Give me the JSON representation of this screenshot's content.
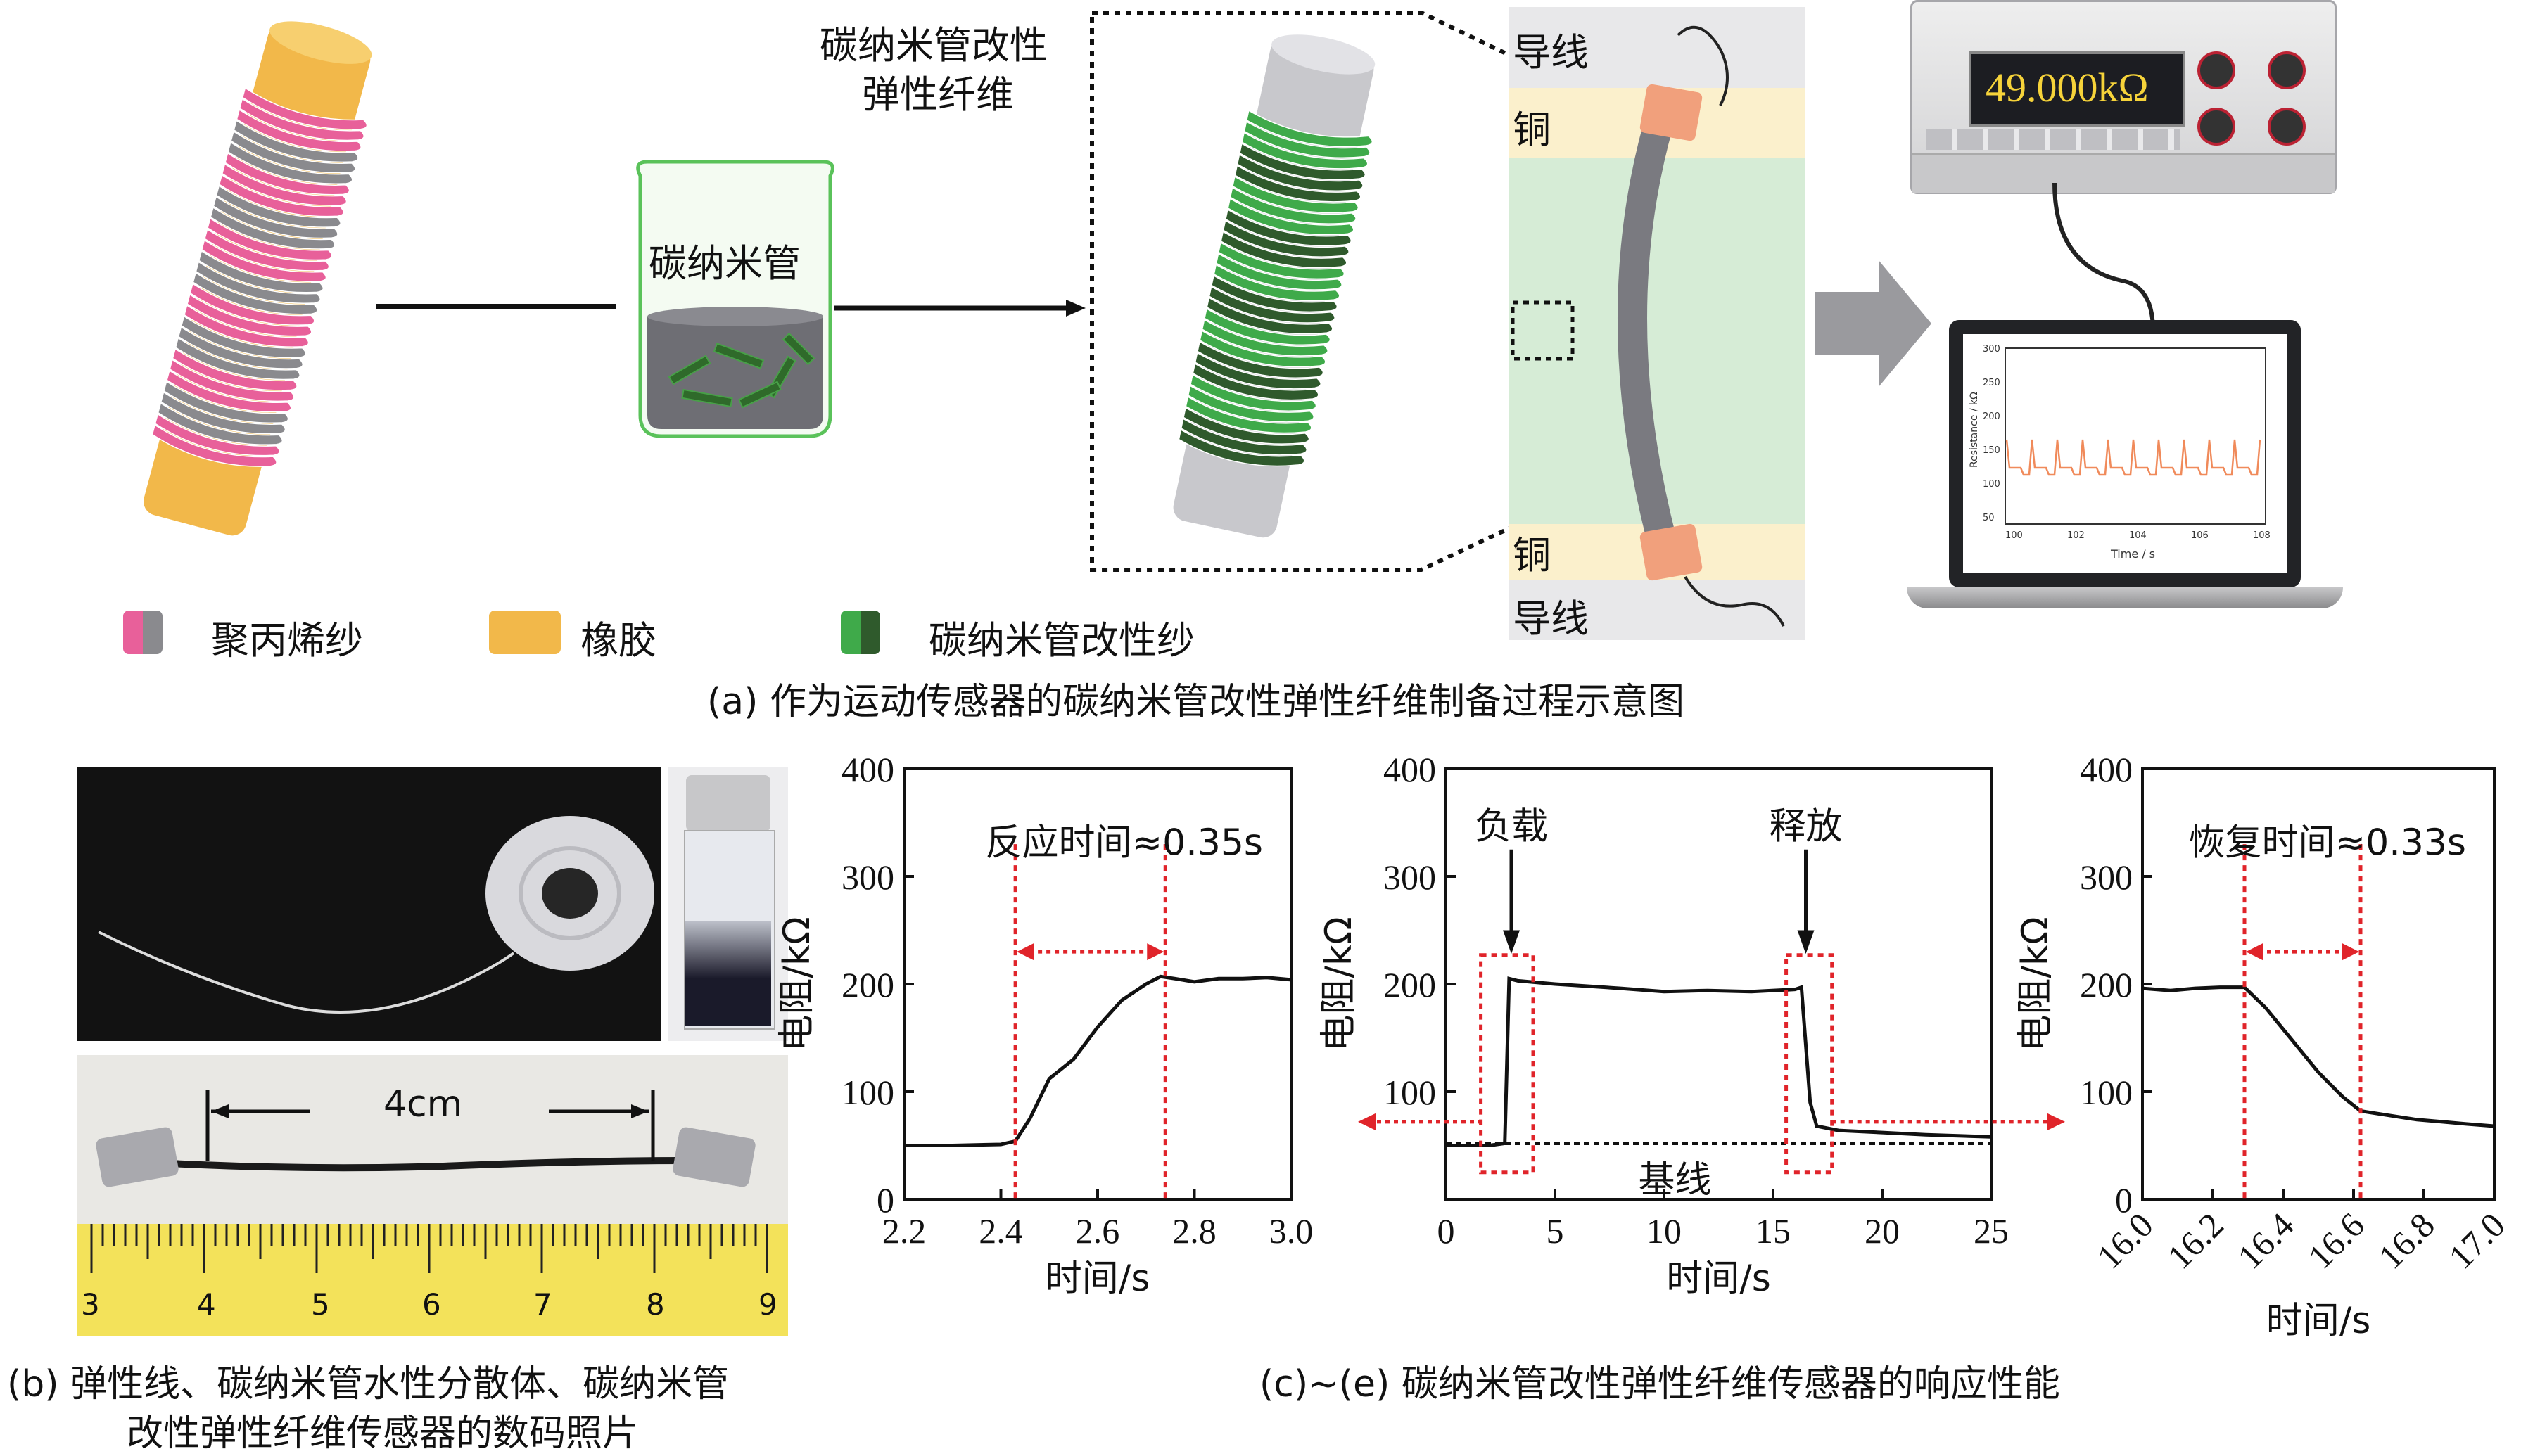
{
  "panel_a": {
    "beaker_label": "碳纳米管",
    "fiber_label_line1": "碳纳米管改性",
    "fiber_label_line2": "弹性纤维",
    "wire_top": "导线",
    "copper_top": "铜",
    "copper_bottom": "铜",
    "wire_bottom": "导线",
    "meter_reading": "49.000kΩ",
    "legend": [
      {
        "label": "聚丙烯纱",
        "colors": [
          "#e8609a",
          "#8a8a8e"
        ]
      },
      {
        "label": "橡胶",
        "colors": [
          "#f2b84a"
        ]
      },
      {
        "label": "碳纳米管改性纱",
        "colors": [
          "#3faa4a",
          "#2f5a2c"
        ]
      }
    ],
    "caption": "(a) 作为运动传感器的碳纳米管改性弹性纤维制备过程示意图",
    "laptop_chart": {
      "ylabel": "Resistance / kΩ",
      "xlabel": "Time / s",
      "yticks": [
        "300",
        "250",
        "200",
        "150",
        "100",
        "50"
      ],
      "xticks": [
        "100",
        "102",
        "104",
        "106",
        "108"
      ]
    }
  },
  "panel_b": {
    "length_label": "4cm",
    "ruler_numbers": [
      "3",
      "4",
      "5",
      "6",
      "7",
      "8",
      "9"
    ],
    "caption_line1": "(b) 弹性线、碳纳米管水性分散体、碳纳米管",
    "caption_line2": "改性弹性纤维传感器的数码照片"
  },
  "panel_ce_caption": "(c)~(e) 碳纳米管改性弹性纤维传感器的响应性能",
  "chart_data": [
    {
      "type": "line",
      "title": "",
      "annotation": "反应时间≈0.35s",
      "xlabel": "时间/s",
      "ylabel": "电阻/kΩ",
      "xlim": [
        2.2,
        3.0
      ],
      "ylim": [
        0,
        400
      ],
      "xticks": [
        "2.2",
        "2.4",
        "2.6",
        "2.8",
        "3.0"
      ],
      "yticks": [
        "0",
        "100",
        "200",
        "300",
        "400"
      ],
      "markers_x": [
        2.43,
        2.74
      ],
      "x": [
        2.2,
        2.3,
        2.4,
        2.43,
        2.46,
        2.5,
        2.55,
        2.6,
        2.65,
        2.7,
        2.73,
        2.76,
        2.8,
        2.85,
        2.9,
        2.95,
        3.0
      ],
      "y": [
        50,
        50,
        51,
        54,
        75,
        112,
        130,
        160,
        185,
        200,
        207,
        205,
        202,
        205,
        205,
        206,
        204
      ]
    },
    {
      "type": "line",
      "title": "",
      "annotations": [
        "负载",
        "释放",
        "基线"
      ],
      "xlabel": "时间/s",
      "ylabel": "电阻/kΩ",
      "xlim": [
        0,
        25
      ],
      "ylim": [
        0,
        400
      ],
      "xticks": [
        "0",
        "5",
        "10",
        "15",
        "20",
        "25"
      ],
      "yticks": [
        "100",
        "200",
        "300",
        "400"
      ],
      "baseline_y": 52,
      "x": [
        0,
        2,
        2.7,
        2.9,
        3.3,
        5,
        8,
        10,
        12,
        14,
        16,
        16.3,
        16.7,
        17.0,
        18,
        20,
        22,
        25
      ],
      "y": [
        50,
        50,
        52,
        205,
        203,
        200,
        196,
        193,
        194,
        193,
        195,
        197,
        90,
        68,
        64,
        62,
        60,
        58
      ]
    },
    {
      "type": "line",
      "title": "",
      "annotation": "恢复时间≈0.33s",
      "xlabel": "时间/s",
      "ylabel": "电阻/kΩ",
      "xlim": [
        16.0,
        17.0
      ],
      "ylim": [
        0,
        400
      ],
      "xticks": [
        "16.0",
        "16.2",
        "16.4",
        "16.6",
        "16.8",
        "17.0"
      ],
      "yticks": [
        "0",
        "100",
        "200",
        "300",
        "400"
      ],
      "markers_x": [
        16.29,
        16.62
      ],
      "x": [
        16.0,
        16.08,
        16.15,
        16.22,
        16.29,
        16.35,
        16.42,
        16.5,
        16.57,
        16.62,
        16.7,
        16.78,
        16.85,
        16.92,
        17.0
      ],
      "y": [
        196,
        194,
        196,
        197,
        197,
        178,
        150,
        118,
        95,
        82,
        78,
        74,
        72,
        70,
        68
      ]
    }
  ]
}
